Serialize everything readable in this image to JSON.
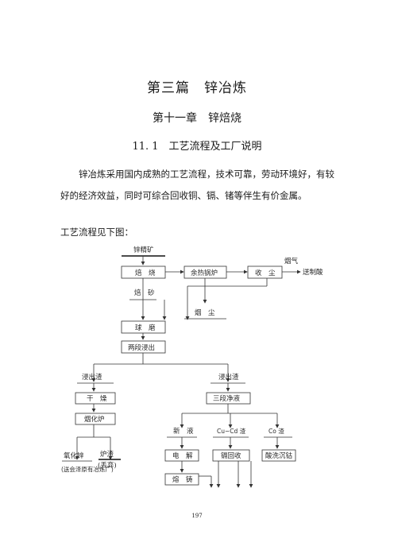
{
  "part_title": "第三篇　锌冶炼",
  "chapter_title": "第十一章　锌焙烧",
  "section_title": "11. 1　工艺流程及工厂说明",
  "paragraph": "锌冶炼采用国内成熟的工艺流程，技术可靠，劳动环境好，有较好的经济效益，同时可综合回收铜、镉、锗等伴生有价金属。",
  "flow_intro": "工艺流程见下图：",
  "flowchart": {
    "zinc_concentrate": "锌精矿",
    "roasting": "焙　烧",
    "waste_heat_boiler": "余热锅炉",
    "dust_collection": "收　尘",
    "flue_gas": "烟气",
    "to_acid_plant": "送制酸",
    "calcine": "焙　砂",
    "smoke_dust": "烟　尘",
    "ball_mill": "球　磨",
    "two_stage_leach": "两段浸出",
    "leach_residue": "浸出渣",
    "leach_solution": "浸出渣",
    "drying": "干　燥",
    "three_stage_purify": "三段净液",
    "fuming_furnace": "烟化炉",
    "zinc_oxide": "氧化锌",
    "furnace_slag": "炉渣",
    "discard": "(丢弃)",
    "to_germanium_plant": "(送会泽原有冶炼厂)",
    "new_solution": "新　液",
    "cu_cd_residue": "Cu−Cd 渣",
    "co_residue": "Co 渣",
    "electrowinning": "电　解",
    "cadmium_recovery": "镉回收",
    "acid_wash_co": "酸洗沉钴",
    "casting": "熔　铸"
  },
  "page_number": "197"
}
